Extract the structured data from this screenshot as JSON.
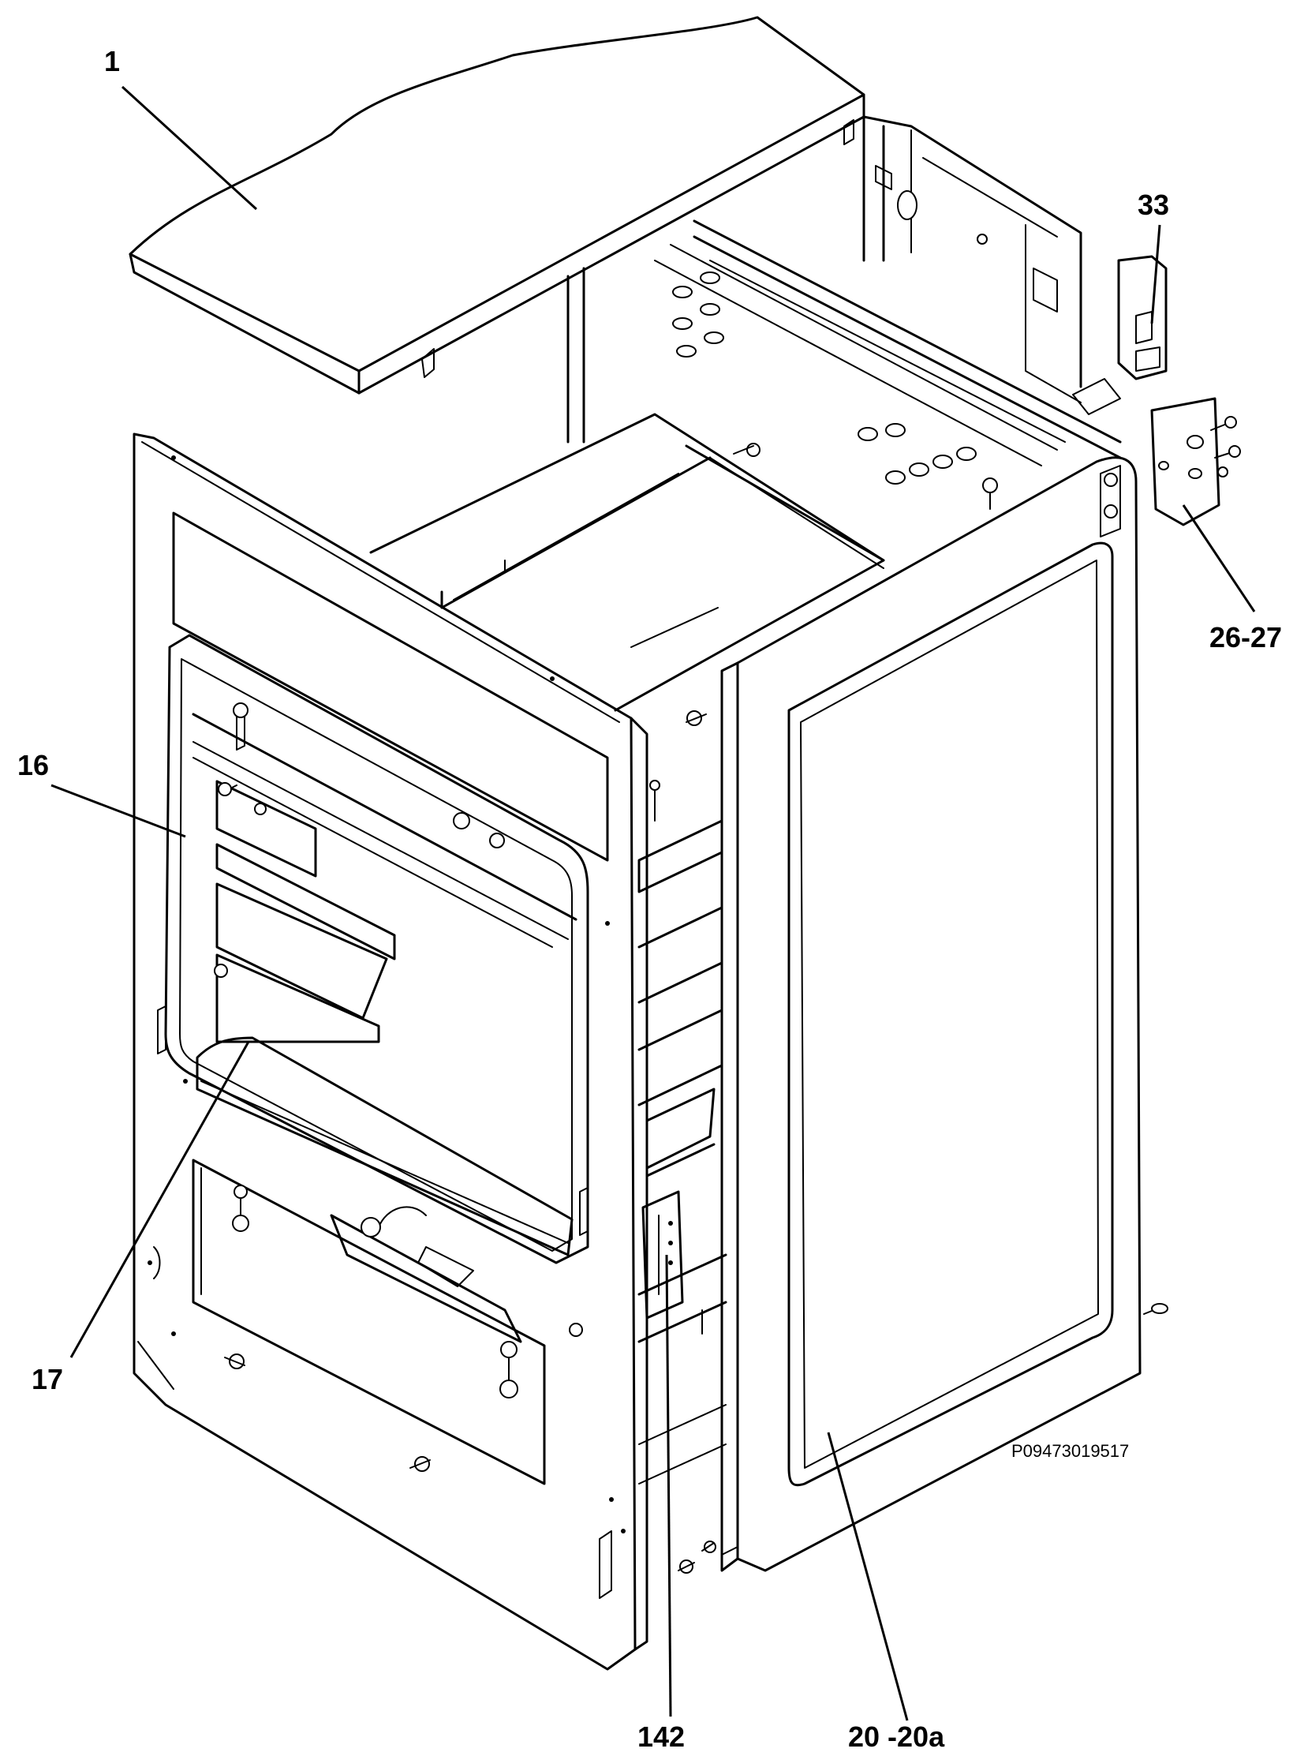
{
  "diagram": {
    "labels": {
      "p1": "1",
      "p33": "33",
      "p26": "26-27",
      "p16": "16",
      "p17": "17",
      "p142": "142",
      "p20": "20 -20a"
    },
    "drawing_code": "P09473019517"
  }
}
